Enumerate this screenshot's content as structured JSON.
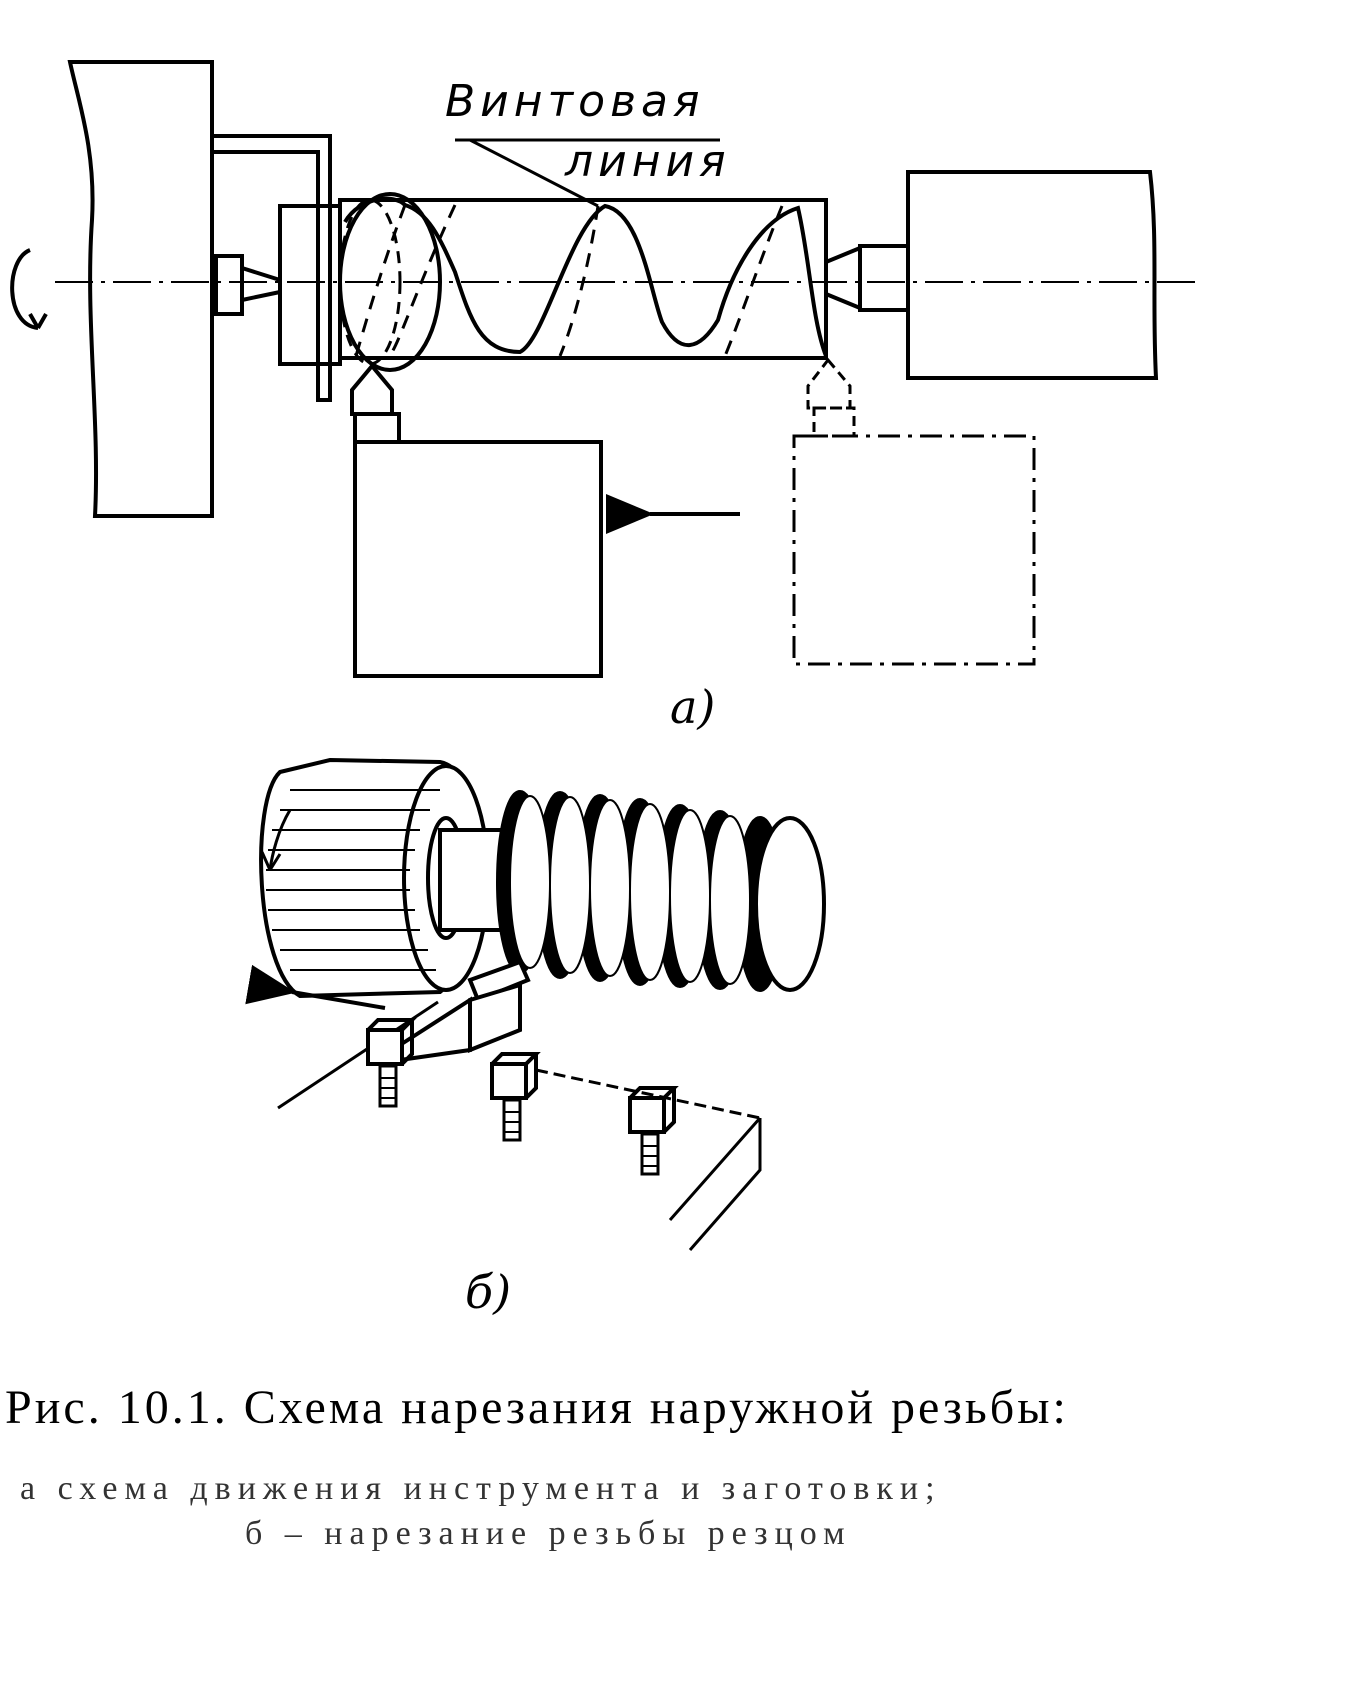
{
  "labels": {
    "helix_1": "Винтовая",
    "helix_2": "линия",
    "panel_a": "а)",
    "panel_b": "б)"
  },
  "caption": {
    "title": "Рис. 10.1. Схема нарезания наружной резьбы:",
    "line_1": "а  схема движения инструмента и заготовки;",
    "line_2": "б – нарезание резьбы резцом"
  }
}
